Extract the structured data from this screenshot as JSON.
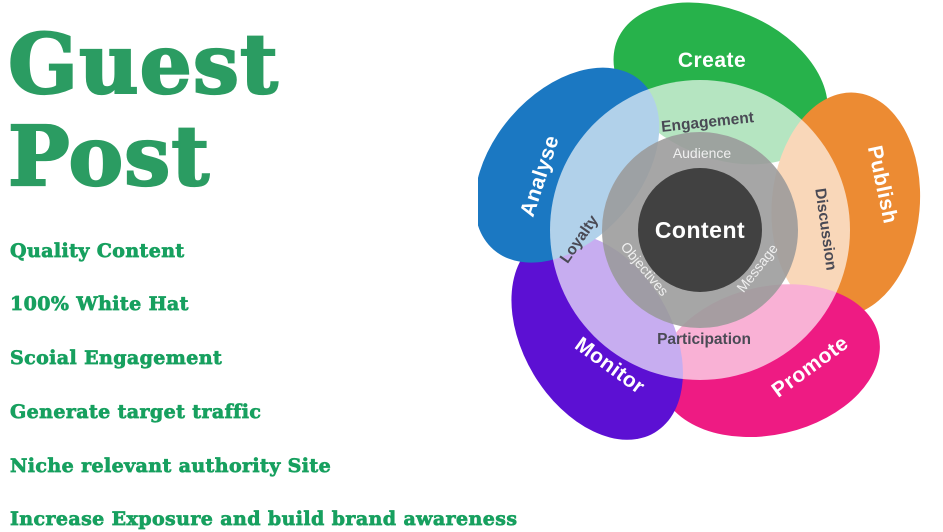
{
  "colors": {
    "background": "#ffffff",
    "heading": "#2b9c62",
    "features": "#17a05f",
    "ring_gray": "#9a9a9a",
    "ring_text": "#4a4a55"
  },
  "title": "Guest Post",
  "features": [
    "Quality Content",
    "100% White Hat",
    "Scoial Engagement",
    "Generate target traffic",
    "Niche relevant authority Site",
    "Increase Exposure and build brand awareness"
  ],
  "wheel": {
    "center": {
      "label": "Content",
      "color": "#414141"
    },
    "petals": [
      {
        "label": "Create",
        "color": "#27b24b"
      },
      {
        "label": "Publish",
        "color": "#ec8b33"
      },
      {
        "label": "Promote",
        "color": "#ee1b83"
      },
      {
        "label": "Monitor",
        "color": "#5c10d3"
      },
      {
        "label": "Analyse",
        "color": "#1b78c2"
      }
    ],
    "outer_labels": [
      "Engagement",
      "Discussion",
      "Participation",
      "Loyalty"
    ],
    "inner_labels": [
      "Audience",
      "Message",
      "Objectives"
    ]
  }
}
